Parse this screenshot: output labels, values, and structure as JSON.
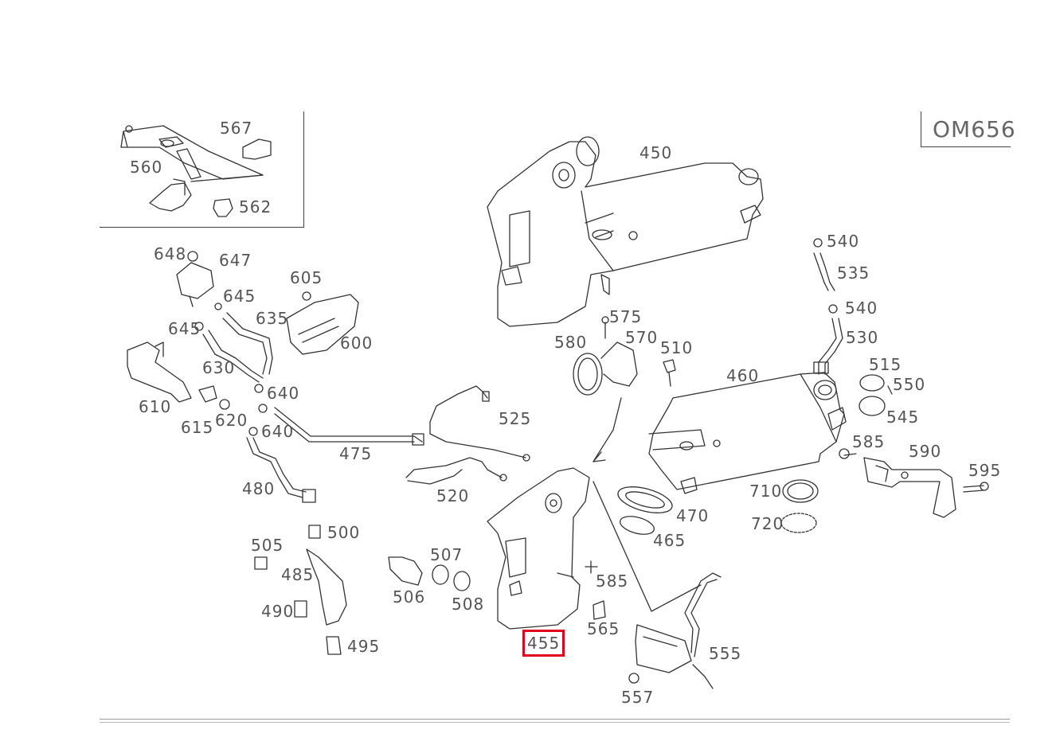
{
  "diagram": {
    "engine_code": "OM656",
    "selected_part": "455",
    "parts": [
      {
        "id": "p450",
        "label": "450"
      },
      {
        "id": "p455",
        "label": "455"
      },
      {
        "id": "p460",
        "label": "460"
      },
      {
        "id": "p465",
        "label": "465"
      },
      {
        "id": "p470",
        "label": "470"
      },
      {
        "id": "p475",
        "label": "475"
      },
      {
        "id": "p480",
        "label": "480"
      },
      {
        "id": "p485",
        "label": "485"
      },
      {
        "id": "p490",
        "label": "490"
      },
      {
        "id": "p495",
        "label": "495"
      },
      {
        "id": "p500",
        "label": "500"
      },
      {
        "id": "p505",
        "label": "505"
      },
      {
        "id": "p506",
        "label": "506"
      },
      {
        "id": "p507",
        "label": "507"
      },
      {
        "id": "p508",
        "label": "508"
      },
      {
        "id": "p510",
        "label": "510"
      },
      {
        "id": "p515",
        "label": "515"
      },
      {
        "id": "p520",
        "label": "520"
      },
      {
        "id": "p525",
        "label": "525"
      },
      {
        "id": "p530",
        "label": "530"
      },
      {
        "id": "p535",
        "label": "535"
      },
      {
        "id": "p540a",
        "label": "540"
      },
      {
        "id": "p540b",
        "label": "540"
      },
      {
        "id": "p545",
        "label": "545"
      },
      {
        "id": "p550",
        "label": "550"
      },
      {
        "id": "p555",
        "label": "555"
      },
      {
        "id": "p557",
        "label": "557"
      },
      {
        "id": "p560",
        "label": "560"
      },
      {
        "id": "p562",
        "label": "562"
      },
      {
        "id": "p565",
        "label": "565"
      },
      {
        "id": "p567",
        "label": "567"
      },
      {
        "id": "p570",
        "label": "570"
      },
      {
        "id": "p575",
        "label": "575"
      },
      {
        "id": "p580",
        "label": "580"
      },
      {
        "id": "p585a",
        "label": "585"
      },
      {
        "id": "p585b",
        "label": "585"
      },
      {
        "id": "p590",
        "label": "590"
      },
      {
        "id": "p595",
        "label": "595"
      },
      {
        "id": "p600",
        "label": "600"
      },
      {
        "id": "p605",
        "label": "605"
      },
      {
        "id": "p610",
        "label": "610"
      },
      {
        "id": "p615",
        "label": "615"
      },
      {
        "id": "p620",
        "label": "620"
      },
      {
        "id": "p630",
        "label": "630"
      },
      {
        "id": "p635",
        "label": "635"
      },
      {
        "id": "p640a",
        "label": "640"
      },
      {
        "id": "p640b",
        "label": "640"
      },
      {
        "id": "p645a",
        "label": "645"
      },
      {
        "id": "p645b",
        "label": "645"
      },
      {
        "id": "p647",
        "label": "647"
      },
      {
        "id": "p648",
        "label": "648"
      },
      {
        "id": "p710",
        "label": "710"
      },
      {
        "id": "p720",
        "label": "720"
      }
    ]
  }
}
